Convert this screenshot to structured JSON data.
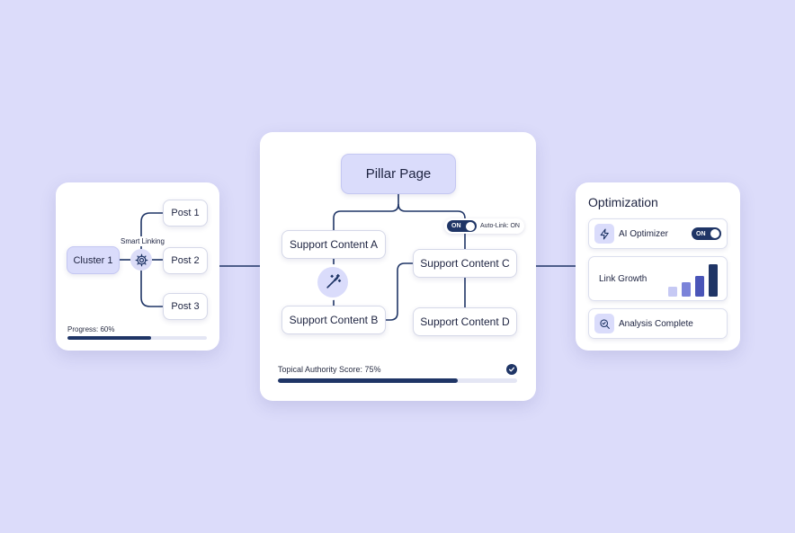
{
  "left_card": {
    "cluster": "Cluster 1",
    "smart_linking": "Smart Linking",
    "posts": [
      "Post 1",
      "Post 2",
      "Post 3"
    ],
    "progress_label": "Progress: 60%",
    "progress_value": 0.6
  },
  "center_card": {
    "pillar": "Pillar Page",
    "support": [
      "Support Content A",
      "Support Content B",
      "Support Content C",
      "Support Content D"
    ],
    "toggle_label": "ON",
    "auto_link": "Auto-Link: ON",
    "score_label": "Topical Authority Score: 75%",
    "score_value": 0.75
  },
  "right_card": {
    "title": "Optimization",
    "ai_optimizer": "AI Optimizer",
    "ai_toggle": "ON",
    "link_growth": "Link Growth",
    "link_growth_levels": [
      0.3,
      0.45,
      0.65,
      1.0
    ],
    "analysis": "Analysis Complete"
  },
  "colors": {
    "background": "#dcdcfa",
    "accent": "#1f3566",
    "lavender": "#dadcfb",
    "bar_light_1": "#c6c9f4",
    "bar_light_2": "#7b83d9",
    "bar_mid": "#4a55b8",
    "bar_dark": "#1f3566"
  },
  "icons": {
    "smart_linking": "gear-icon",
    "wand": "magic-wand-icon",
    "check": "check-icon",
    "ai": "lightning-icon",
    "analysis": "magnifier-check-icon"
  }
}
